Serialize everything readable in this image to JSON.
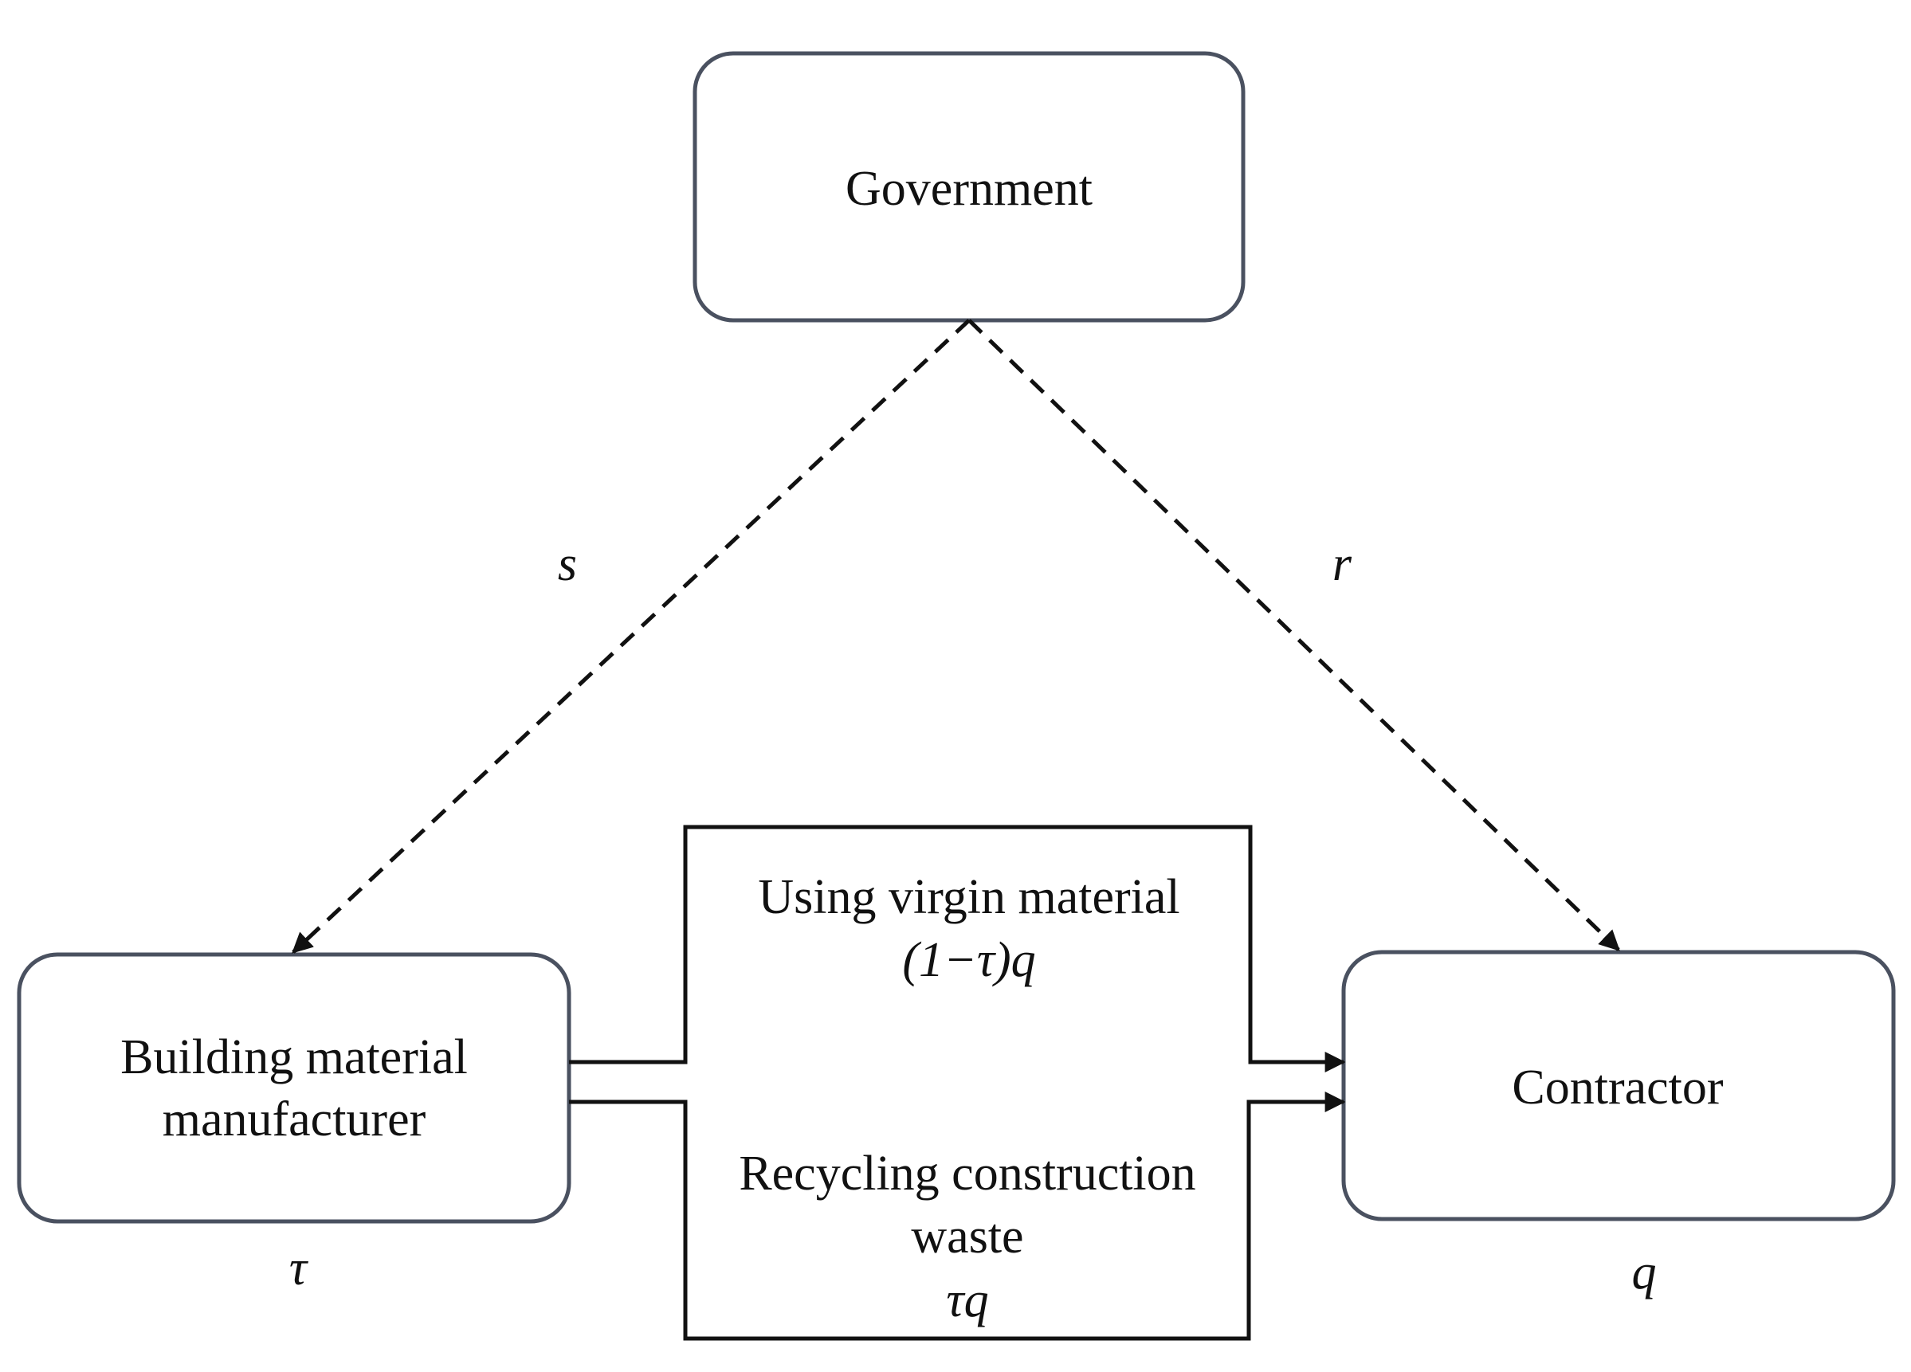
{
  "nodes": {
    "government": {
      "label": "Government"
    },
    "manufacturer": {
      "label_line1": "Building material",
      "label_line2": "manufacturer",
      "variable": "τ"
    },
    "contractor": {
      "label": "Contractor",
      "variable": "q"
    }
  },
  "edges": {
    "gov_to_manufacturer": {
      "label": "s"
    },
    "gov_to_contractor": {
      "label": "r"
    }
  },
  "flows": {
    "virgin": {
      "label": "Using virgin material",
      "quantity": "(1−τ)q"
    },
    "recycled": {
      "label_line1": "Recycling construction",
      "label_line2": "waste",
      "quantity": "τq"
    }
  },
  "colors": {
    "box_border": "#4a5160",
    "line": "#111111",
    "background": "#ffffff"
  }
}
